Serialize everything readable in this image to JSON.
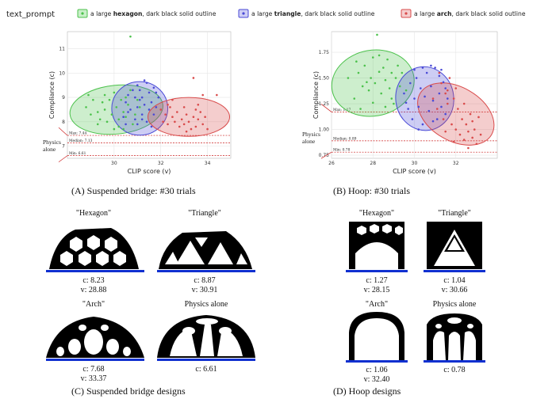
{
  "legend": {
    "title": "text_prompt",
    "entries": [
      {
        "pre": "a large ",
        "bold": "hexagon",
        "post": ", dark black solid outline",
        "color": "#4cc24c"
      },
      {
        "pre": "a large ",
        "bold": "triangle",
        "post": ", dark black solid outline",
        "color": "#4a4ad6"
      },
      {
        "pre": "a large ",
        "bold": "arch",
        "post": ", dark black solid outline",
        "color": "#d94b4b"
      }
    ]
  },
  "physics_alone_label": "Physics alone",
  "chart_data": [
    {
      "type": "scatter",
      "panel": "A",
      "caption": "(A) Suspended bridge: #30 trials",
      "xlabel": "CLIP score (v)",
      "ylabel": "Compliance (c)",
      "xlim": [
        28.0,
        35.0
      ],
      "ylim": [
        6.5,
        11.7
      ],
      "xticks": [
        30,
        32,
        34
      ],
      "yticks": [
        7,
        8,
        9,
        10,
        11
      ],
      "grid": true,
      "reference_lines": [
        {
          "label": "Max: 7.44",
          "value": 7.44,
          "style": "dashed"
        },
        {
          "label": "Median: 7.13",
          "value": 7.13,
          "style": "dashed"
        },
        {
          "label": "Min: 6.61",
          "value": 6.61,
          "style": "dashed"
        }
      ],
      "series": [
        {
          "color": "#4cc24c",
          "ellipse": {
            "cx": 30.1,
            "cy": 8.5,
            "rx": 2.0,
            "ry": 1.0,
            "angle": -6
          },
          "points": [
            [
              28.8,
              8.6
            ],
            [
              29.0,
              8.3
            ],
            [
              29.1,
              8.9
            ],
            [
              29.3,
              8.4
            ],
            [
              29.4,
              8.1
            ],
            [
              29.5,
              8.8
            ],
            [
              29.6,
              8.5
            ],
            [
              29.7,
              8.0
            ],
            [
              29.8,
              8.9
            ],
            [
              29.9,
              8.3
            ],
            [
              30.0,
              9.2
            ],
            [
              30.1,
              8.6
            ],
            [
              30.2,
              8.1
            ],
            [
              30.2,
              7.8
            ],
            [
              30.3,
              8.9
            ],
            [
              30.4,
              8.4
            ],
            [
              30.5,
              9.0
            ],
            [
              30.5,
              8.2
            ],
            [
              30.6,
              8.7
            ],
            [
              30.7,
              11.5
            ],
            [
              30.8,
              7.9
            ],
            [
              30.9,
              8.3
            ],
            [
              31.0,
              8.9
            ],
            [
              29.3,
              7.9
            ],
            [
              30.0,
              7.7
            ],
            [
              29.6,
              9.1
            ],
            [
              30.4,
              7.7
            ],
            [
              31.1,
              8.6
            ],
            [
              30.7,
              9.3
            ],
            [
              28.9,
              9.1
            ]
          ]
        },
        {
          "color": "#4a4ad6",
          "ellipse": {
            "cx": 31.1,
            "cy": 8.55,
            "rx": 1.2,
            "ry": 1.1,
            "angle": 0
          },
          "points": [
            [
              30.4,
              8.2
            ],
            [
              30.5,
              8.8
            ],
            [
              30.6,
              9.1
            ],
            [
              30.7,
              8.5
            ],
            [
              30.8,
              9.3
            ],
            [
              30.9,
              8.1
            ],
            [
              31.0,
              8.6
            ],
            [
              31.0,
              9.5
            ],
            [
              31.1,
              8.9
            ],
            [
              31.2,
              8.3
            ],
            [
              31.2,
              9.0
            ],
            [
              31.3,
              8.7
            ],
            [
              31.4,
              9.6
            ],
            [
              31.4,
              8.0
            ],
            [
              31.5,
              8.5
            ],
            [
              31.5,
              9.2
            ],
            [
              31.6,
              8.8
            ],
            [
              31.7,
              8.3
            ],
            [
              31.7,
              9.4
            ],
            [
              31.8,
              8.6
            ],
            [
              31.9,
              9.0
            ],
            [
              31.0,
              7.9
            ],
            [
              30.6,
              8.4
            ],
            [
              31.3,
              9.7
            ],
            [
              31.6,
              7.8
            ],
            [
              30.9,
              9.0
            ],
            [
              31.2,
              8.1
            ],
            [
              31.8,
              9.2
            ],
            [
              30.5,
              7.9
            ],
            [
              31.1,
              9.3
            ]
          ]
        },
        {
          "color": "#d94b4b",
          "ellipse": {
            "cx": 33.2,
            "cy": 8.2,
            "rx": 1.75,
            "ry": 0.8,
            "angle": 0
          },
          "points": [
            [
              32.0,
              8.5
            ],
            [
              32.1,
              8.0
            ],
            [
              32.2,
              8.3
            ],
            [
              32.3,
              7.9
            ],
            [
              32.4,
              8.6
            ],
            [
              32.5,
              8.2
            ],
            [
              32.6,
              8.0
            ],
            [
              32.7,
              8.4
            ],
            [
              32.8,
              7.8
            ],
            [
              32.9,
              8.1
            ],
            [
              33.0,
              8.6
            ],
            [
              33.0,
              7.9
            ],
            [
              33.1,
              8.3
            ],
            [
              33.2,
              8.0
            ],
            [
              33.3,
              7.7
            ],
            [
              33.4,
              8.2
            ],
            [
              33.5,
              8.5
            ],
            [
              33.5,
              7.8
            ],
            [
              33.6,
              8.1
            ],
            [
              33.7,
              8.4
            ],
            [
              33.8,
              7.9
            ],
            [
              33.9,
              8.2
            ],
            [
              34.0,
              7.7
            ],
            [
              33.4,
              9.8
            ],
            [
              33.8,
              9.1
            ],
            [
              34.4,
              9.1
            ],
            [
              32.5,
              8.9
            ],
            [
              33.1,
              7.6
            ],
            [
              32.3,
              8.7
            ],
            [
              33.6,
              8.7
            ]
          ]
        }
      ]
    },
    {
      "type": "scatter",
      "panel": "B",
      "caption": "(B) Hoop: #30 trials",
      "xlabel": "CLIP score (v)",
      "ylabel": "Compliance (c)",
      "xlim": [
        26.0,
        34.0
      ],
      "ylim": [
        0.72,
        1.95
      ],
      "xticks": [
        26,
        28,
        30,
        32
      ],
      "yticks": [
        0.75,
        1.0,
        1.25,
        1.5,
        1.75
      ],
      "grid": true,
      "reference_lines": [
        {
          "label": "Max: 1.17",
          "value": 1.17,
          "style": "dashed"
        },
        {
          "label": "Median: 0.89",
          "value": 0.89,
          "style": "dashed"
        },
        {
          "label": "Min: 0.78",
          "value": 0.78,
          "style": "dashed"
        }
      ],
      "series": [
        {
          "color": "#4cc24c",
          "ellipse": {
            "cx": 28.0,
            "cy": 1.45,
            "rx": 2.0,
            "ry": 0.32,
            "angle": -10
          },
          "points": [
            [
              26.8,
              1.5
            ],
            [
              27.1,
              1.3
            ],
            [
              27.3,
              1.55
            ],
            [
              27.5,
              1.42
            ],
            [
              27.6,
              1.62
            ],
            [
              27.8,
              1.38
            ],
            [
              27.9,
              1.5
            ],
            [
              28.0,
              1.7
            ],
            [
              28.1,
              1.45
            ],
            [
              28.2,
              1.92
            ],
            [
              28.3,
              1.56
            ],
            [
              28.4,
              1.35
            ],
            [
              28.5,
              1.6
            ],
            [
              28.6,
              1.48
            ],
            [
              28.7,
              1.68
            ],
            [
              28.8,
              1.4
            ],
            [
              28.9,
              1.55
            ],
            [
              29.0,
              1.25
            ],
            [
              29.1,
              1.5
            ],
            [
              29.2,
              1.62
            ],
            [
              29.3,
              1.42
            ],
            [
              27.4,
              1.2
            ],
            [
              28.0,
              1.26
            ],
            [
              28.6,
              1.22
            ],
            [
              27.7,
              1.46
            ],
            [
              29.4,
              1.55
            ],
            [
              28.3,
              1.72
            ],
            [
              27.2,
              1.66
            ],
            [
              29.6,
              1.38
            ],
            [
              28.9,
              1.3
            ]
          ]
        },
        {
          "color": "#4a4ad6",
          "ellipse": {
            "cx": 30.5,
            "cy": 1.3,
            "rx": 1.4,
            "ry": 0.31,
            "angle": -8
          },
          "points": [
            [
              29.5,
              1.35
            ],
            [
              29.7,
              1.2
            ],
            [
              29.8,
              1.45
            ],
            [
              29.9,
              1.1
            ],
            [
              30.0,
              1.3
            ],
            [
              30.1,
              1.5
            ],
            [
              30.2,
              1.22
            ],
            [
              30.3,
              1.4
            ],
            [
              30.4,
              1.05
            ],
            [
              30.5,
              1.32
            ],
            [
              30.6,
              1.55
            ],
            [
              30.7,
              1.18
            ],
            [
              30.8,
              1.42
            ],
            [
              30.9,
              1.28
            ],
            [
              31.0,
              1.6
            ],
            [
              31.1,
              1.1
            ],
            [
              31.2,
              1.35
            ],
            [
              31.3,
              1.22
            ],
            [
              31.4,
              1.46
            ],
            [
              31.5,
              1.15
            ],
            [
              31.6,
              1.3
            ],
            [
              30.0,
              1.58
            ],
            [
              30.8,
              1.62
            ],
            [
              31.2,
              1.52
            ],
            [
              29.6,
              1.26
            ],
            [
              30.4,
              1.6
            ],
            [
              31.5,
              1.4
            ],
            [
              30.2,
              1.0
            ],
            [
              30.9,
              1.08
            ],
            [
              31.3,
              1.58
            ]
          ]
        },
        {
          "color": "#d94b4b",
          "ellipse": {
            "cx": 32.0,
            "cy": 1.15,
            "rx": 1.3,
            "ry": 0.4,
            "angle": -60
          },
          "points": [
            [
              30.9,
              1.3
            ],
            [
              31.1,
              1.2
            ],
            [
              31.3,
              1.45
            ],
            [
              31.4,
              1.1
            ],
            [
              31.5,
              1.35
            ],
            [
              31.6,
              1.25
            ],
            [
              31.7,
              1.5
            ],
            [
              31.8,
              1.05
            ],
            [
              31.9,
              1.3
            ],
            [
              32.0,
              1.0
            ],
            [
              32.1,
              1.2
            ],
            [
              32.2,
              0.95
            ],
            [
              32.3,
              1.1
            ],
            [
              32.4,
              0.9
            ],
            [
              32.5,
              1.05
            ],
            [
              32.6,
              0.98
            ],
            [
              32.7,
              1.15
            ],
            [
              32.8,
              0.92
            ],
            [
              32.9,
              1.0
            ],
            [
              33.0,
              0.86
            ],
            [
              31.2,
              1.55
            ],
            [
              31.6,
              1.38
            ],
            [
              32.0,
              1.4
            ],
            [
              32.4,
              1.25
            ],
            [
              32.8,
              1.08
            ],
            [
              33.2,
              0.95
            ],
            [
              31.5,
              0.98
            ],
            [
              31.9,
              0.88
            ],
            [
              32.6,
              0.82
            ],
            [
              33.1,
              1.12
            ]
          ]
        }
      ]
    }
  ],
  "bridge_designs": {
    "caption": "(C) Suspended bridge designs",
    "items": [
      {
        "name": "\"Hexagon\"",
        "c": "c: 8.23",
        "v": "v: 28.88"
      },
      {
        "name": "\"Triangle\"",
        "c": "c: 8.87",
        "v": "v: 30.91"
      },
      {
        "name": "\"Arch\"",
        "c": "c: 7.68",
        "v": "v: 33.37"
      },
      {
        "name": "Physics alone",
        "c": "c: 6.61",
        "v": ""
      }
    ]
  },
  "hoop_designs": {
    "caption": "(D) Hoop designs",
    "items": [
      {
        "name": "\"Hexagon\"",
        "c": "c: 1.27",
        "v": "v: 28.15"
      },
      {
        "name": "\"Triangle\"",
        "c": "c: 1.04",
        "v": "v: 30.66"
      },
      {
        "name": "\"Arch\"",
        "c": "c: 1.06",
        "v": "v: 32.40"
      },
      {
        "name": "Physics alone",
        "c": "c: 0.78",
        "v": ""
      }
    ]
  }
}
